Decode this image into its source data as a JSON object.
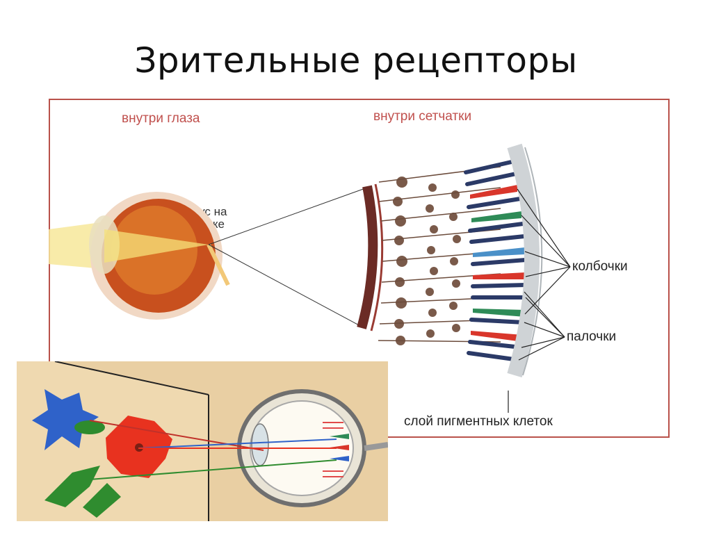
{
  "title": "Зрительные рецепторы",
  "labels": {
    "inside_eye": "внутри глаза",
    "inside_retina": "внутри сетчатки",
    "focus_line1": "фокус на",
    "focus_line2": "сетчатке",
    "cones": "колбочки",
    "rods": "палочки",
    "pigment": "слой пигментных клеток"
  },
  "colors": {
    "frame": "#b9514a",
    "label_red": "#c0504d",
    "eye_orange": "#d2691e",
    "cone_red": "#d9362b",
    "cone_green": "#2e8b57",
    "cone_blue": "#4a90c8",
    "rod": "#2b3a67",
    "inset_bg": "#e9cfa3"
  }
}
